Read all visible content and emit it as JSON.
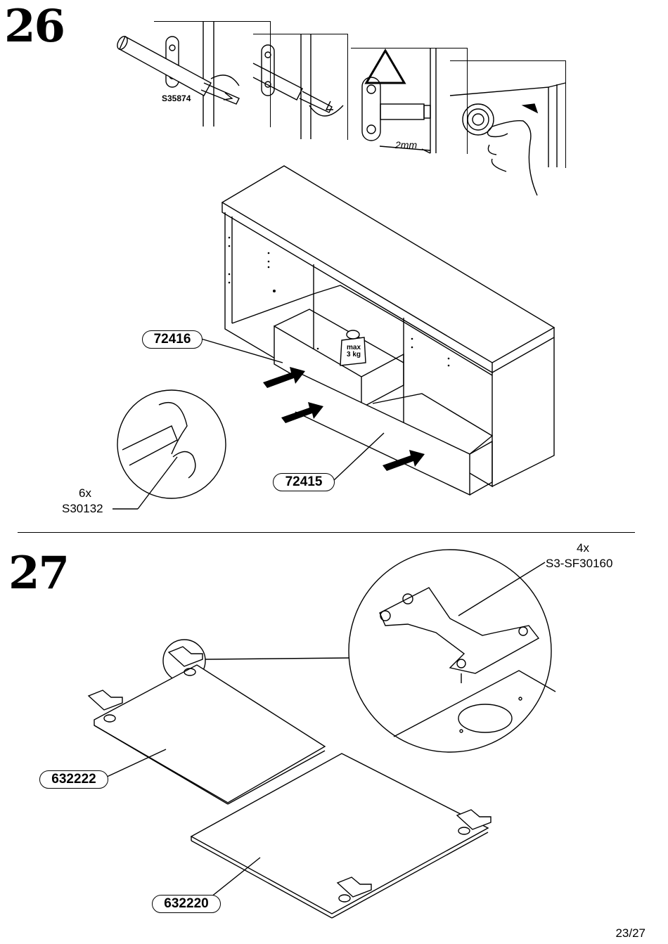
{
  "page": {
    "number": "23/27"
  },
  "step26": {
    "step_number": "26",
    "part_code_pin": "S35874",
    "gap_dimension": "2mm",
    "part_drawer_top": "72416",
    "part_drawer_bottom": "72415",
    "max_load": {
      "line1": "max",
      "line2": "3 kg"
    },
    "screw_qty": "6x",
    "screw_code": "S30132"
  },
  "step27": {
    "step_number": "27",
    "hinge_qty": "4x",
    "hinge_code": "S3-SF30160",
    "door_left": "632222",
    "door_right": "632220"
  }
}
